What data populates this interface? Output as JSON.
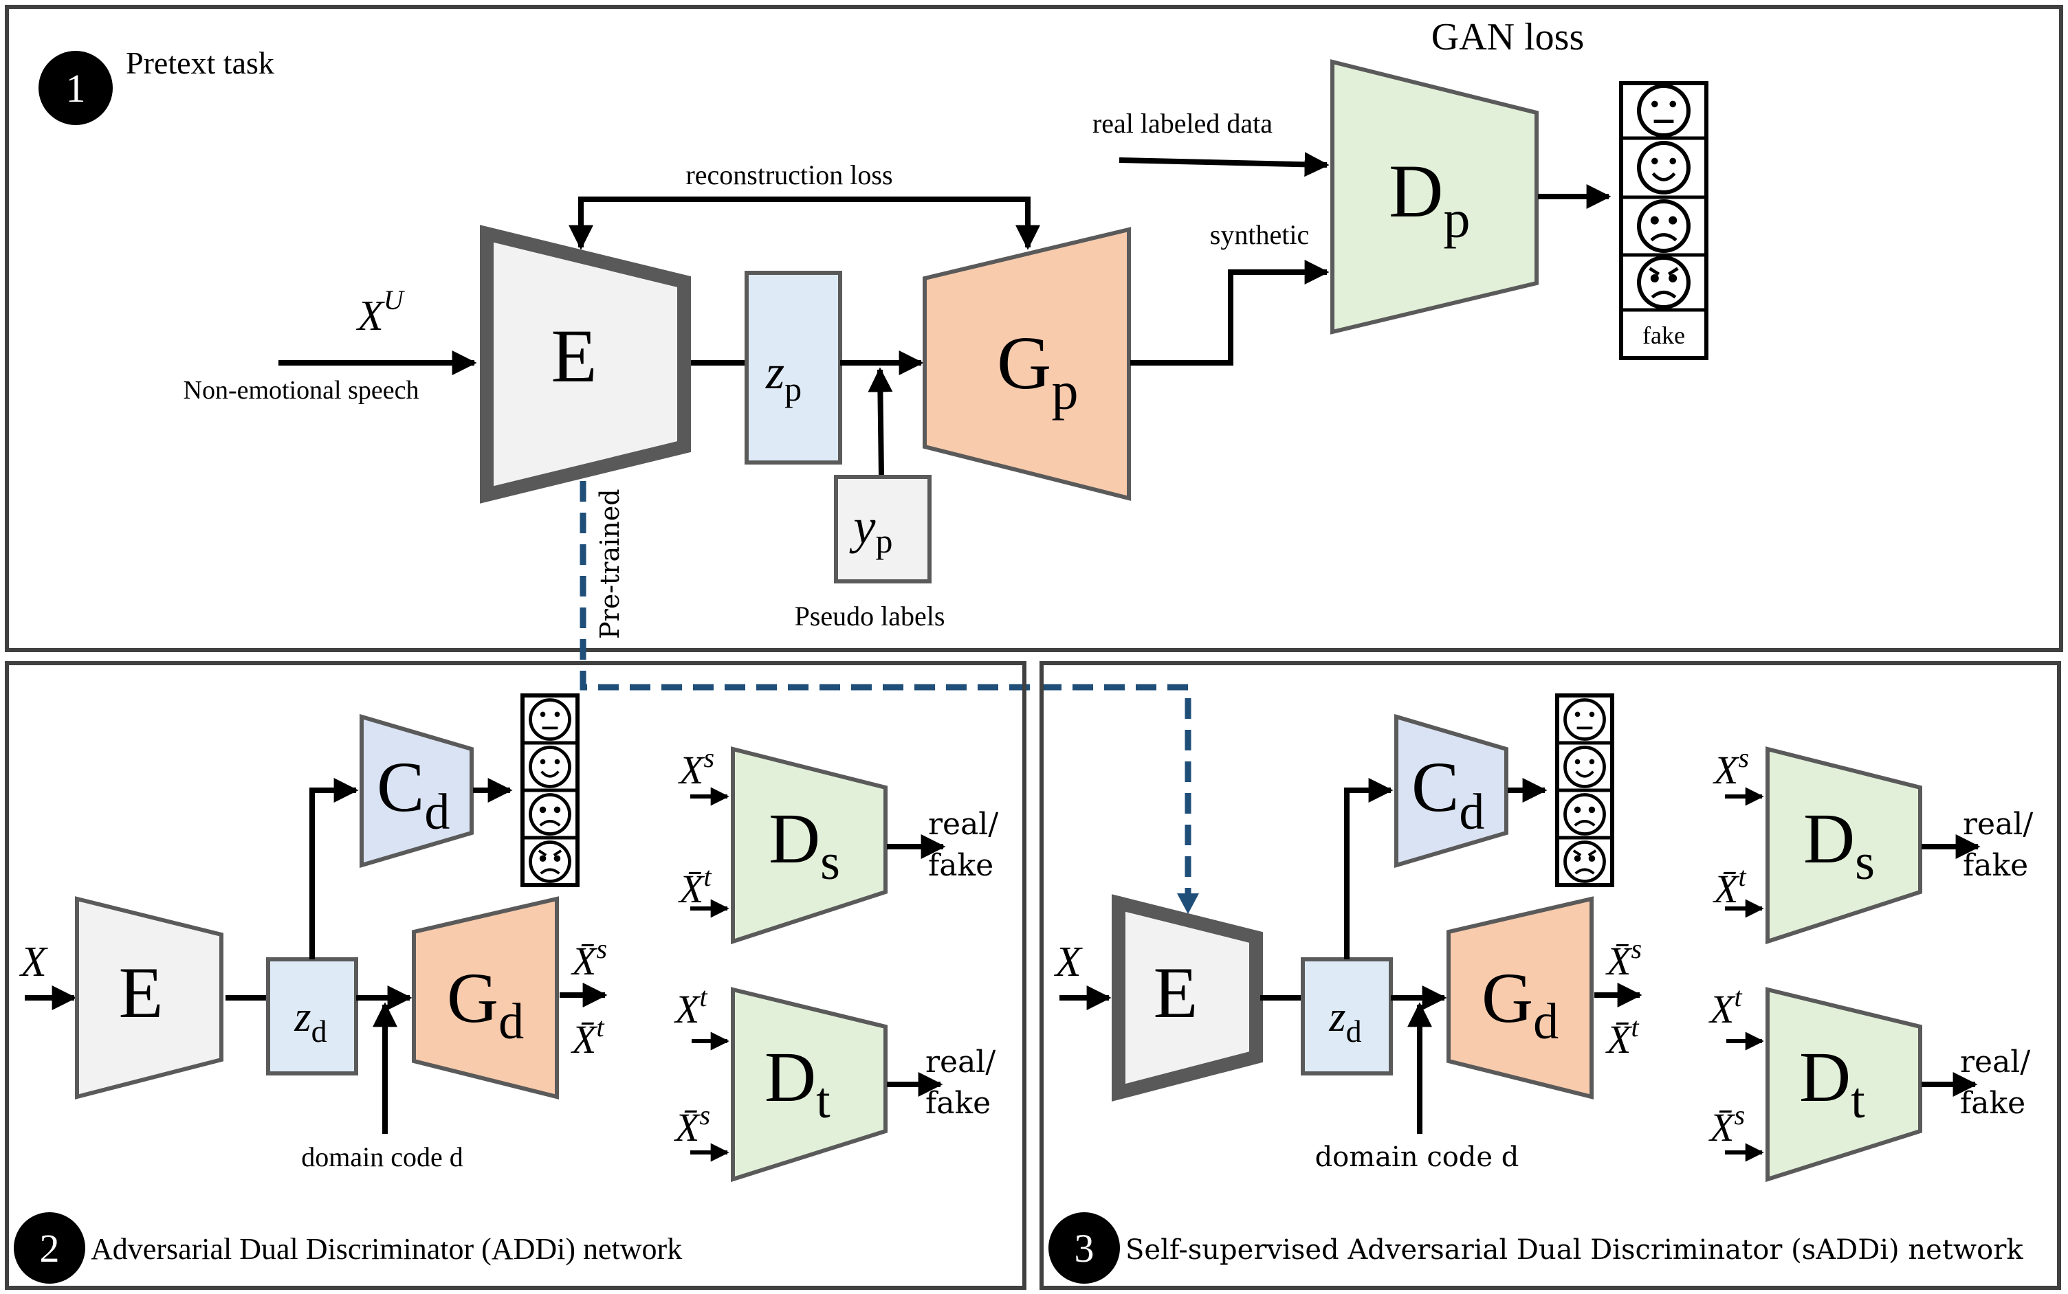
{
  "colors": {
    "encoder_fill": "#f2f2f2",
    "latent_fill": "#deebf7",
    "generator_fill": "#f8cbad",
    "discriminator_fill": "#e2f0d9",
    "classifier_fill": "#dae3f3",
    "pretrained_link": "#1f4e79",
    "panel_border": "#404040"
  },
  "panel1": {
    "number": "1",
    "title": "Pretext task",
    "input_symbol": "X",
    "input_superscript": "U",
    "input_caption": "Non-emotional speech",
    "encoder_label": "E",
    "latent_label": "z",
    "latent_sub": "p",
    "generator_label": "G",
    "generator_sub": "p",
    "discriminator_label": "D",
    "discriminator_sub": "p",
    "pseudo_symbol": "y",
    "pseudo_sub": "p",
    "pseudo_caption": "Pseudo labels",
    "reconstruction_label": "reconstruction loss",
    "gan_loss_label": "GAN loss",
    "real_data_label": "real labeled data",
    "synthetic_label": "synthetic",
    "output_classes": [
      "neutral",
      "happy",
      "sad",
      "angry",
      "fake"
    ],
    "fake_label": "fake",
    "pretrained_label": "Pre-trained"
  },
  "panel2": {
    "number": "2",
    "title": "Adversarial Dual Discriminator (ADDi) network",
    "input_symbol": "X",
    "encoder_label": "E",
    "latent_label": "z",
    "latent_sub": "d",
    "generator_label": "G",
    "generator_sub": "d",
    "classifier_label": "C",
    "classifier_sub": "d",
    "domain_code_label": "domain code d",
    "gen_out_1": "X̄",
    "gen_out_1_sup": "s",
    "gen_out_2": "X̄",
    "gen_out_2_sup": "t",
    "ds_label": "D",
    "ds_sub": "s",
    "ds_in_1": "X",
    "ds_in_1_sup": "s",
    "ds_in_2": "X̄",
    "ds_in_2_sup": "t",
    "dt_label": "D",
    "dt_sub": "t",
    "dt_in_1": "X",
    "dt_in_1_sup": "t",
    "dt_in_2": "X̄",
    "dt_in_2_sup": "s",
    "out_real": "real/",
    "out_fake": "fake",
    "output_classes": [
      "neutral",
      "happy",
      "sad",
      "angry"
    ]
  },
  "panel3": {
    "number": "3",
    "title": "Self-supervised Adversarial Dual Discriminator (sADDi) network",
    "input_symbol": "X",
    "encoder_label": "E",
    "latent_label": "z",
    "latent_sub": "d",
    "generator_label": "G",
    "generator_sub": "d",
    "classifier_label": "C",
    "classifier_sub": "d",
    "domain_code_label": "domain code d",
    "gen_out_1": "X̄",
    "gen_out_1_sup": "s",
    "gen_out_2": "X̄",
    "gen_out_2_sup": "t",
    "ds_label": "D",
    "ds_sub": "s",
    "ds_in_1": "X",
    "ds_in_1_sup": "s",
    "ds_in_2": "X̄",
    "ds_in_2_sup": "t",
    "dt_label": "D",
    "dt_sub": "t",
    "dt_in_1": "X",
    "dt_in_1_sup": "t",
    "dt_in_2": "X̄",
    "dt_in_2_sup": "s",
    "out_real": "real/",
    "out_fake": "fake",
    "output_classes": [
      "neutral",
      "happy",
      "sad",
      "angry"
    ]
  }
}
